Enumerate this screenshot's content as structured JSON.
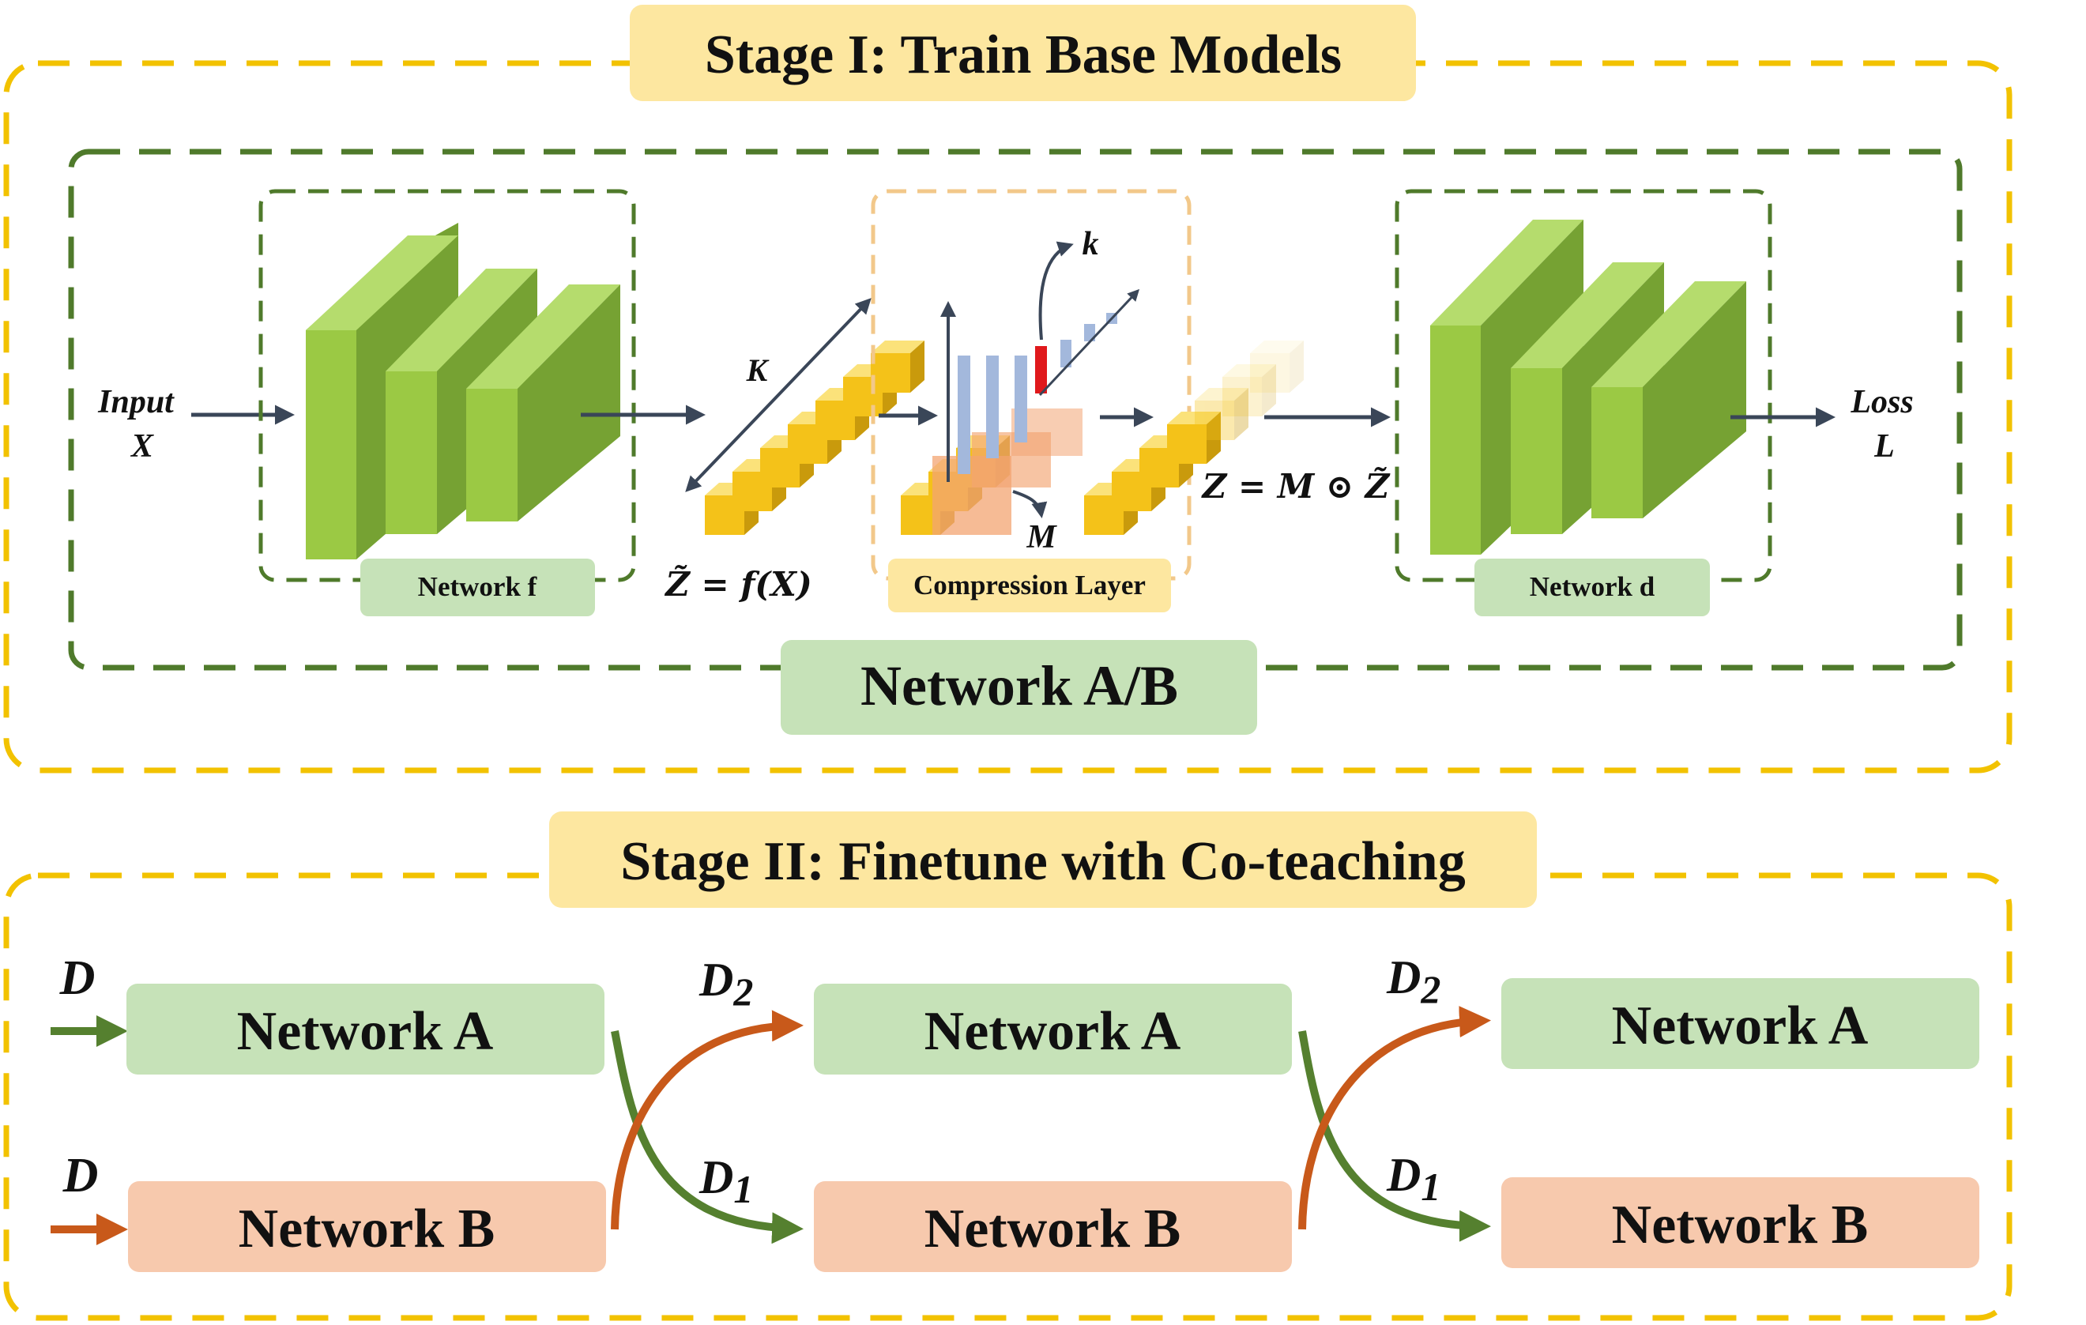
{
  "stage1": {
    "title": "Stage I: Train Base Models",
    "group_label": "Network A/B",
    "input_label": "Input",
    "input_var": "X",
    "loss_label": "Loss",
    "loss_var": "L",
    "encoder_label": "Network f",
    "decoder_label": "Network d",
    "compression_label": "Compression Layer",
    "dim_label": "K",
    "topk_label": "k",
    "mask_label": "M",
    "latent_eq": "Z̃ = f(X)",
    "masked_eq": "Z = M ⊙ Z̃"
  },
  "stage2": {
    "title": "Stage II: Finetune with Co-teaching",
    "input_a": "D",
    "input_b": "D",
    "columns": [
      {
        "net_a": "Network A",
        "net_b": "Network B"
      },
      {
        "net_a": "Network A",
        "net_b": "Network B"
      },
      {
        "net_a": "Network A",
        "net_b": "Network B"
      }
    ],
    "cross_labels": [
      {
        "d2": "D",
        "d2_sub": "2",
        "d1": "D",
        "d1_sub": "1"
      },
      {
        "d2": "D",
        "d2_sub": "2",
        "d1": "D",
        "d1_sub": "1"
      }
    ]
  },
  "colors": {
    "stage_border": "#f2c200",
    "stage_title_bg": "#fde7a0",
    "group_border": "#4f7a2b",
    "network_a_fill": "#c6e2b8",
    "network_b_fill": "#f7c9ad",
    "arrow_green": "#55802f",
    "arrow_orange": "#c8591a",
    "arrow_dark": "#3a4658",
    "block_light": "#a8d35e",
    "block_front": "#9bc944",
    "block_side": "#76a233",
    "cube_gold": "#f4c219",
    "bar_blue": "#a3b8dc",
    "bar_red": "#e0191c"
  },
  "icons": [
    "encoder-blocks",
    "decoder-blocks",
    "latent-cubes",
    "topk-bars",
    "mask-cubes"
  ]
}
